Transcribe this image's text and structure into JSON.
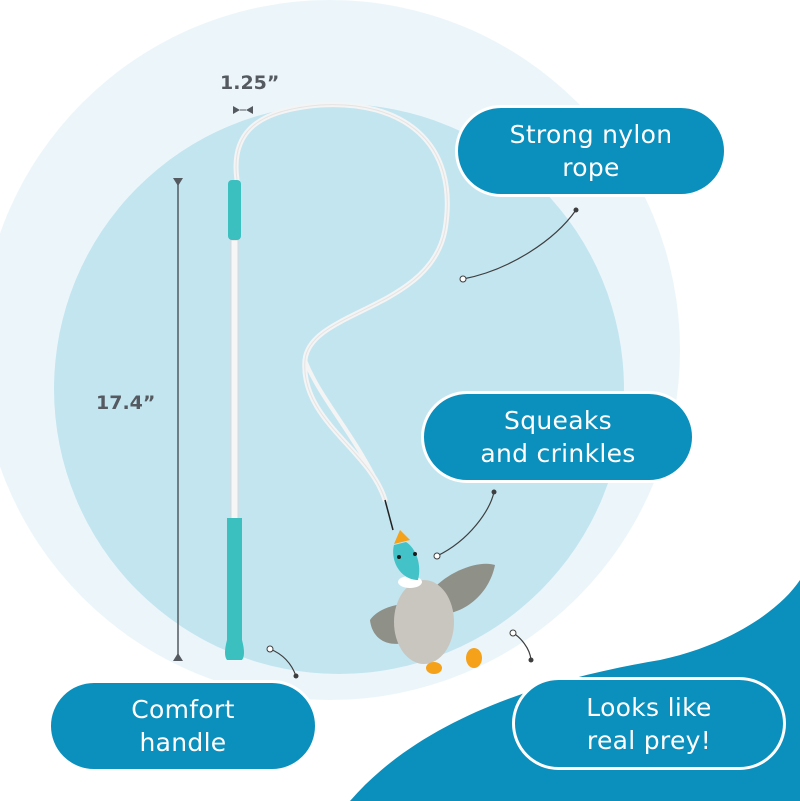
{
  "dimensions": {
    "width_label": "1.25”",
    "length_label": "17.4”"
  },
  "callouts": {
    "rope": {
      "line1": "Strong nylon",
      "line2": "rope"
    },
    "squeak": {
      "line1": "Squeaks",
      "line2": "and crinkles"
    },
    "handle": {
      "line1": "Comfort",
      "line2": "handle"
    },
    "prey": {
      "line1": "Looks like",
      "line2": "real prey!"
    }
  },
  "colors": {
    "accent_blue": "#0b8fbd",
    "handle_teal": "#3bbfbf",
    "circle_light": "#ecf6fa",
    "circle_mid": "#c3e5f0",
    "dimension_gray": "#555a60"
  }
}
